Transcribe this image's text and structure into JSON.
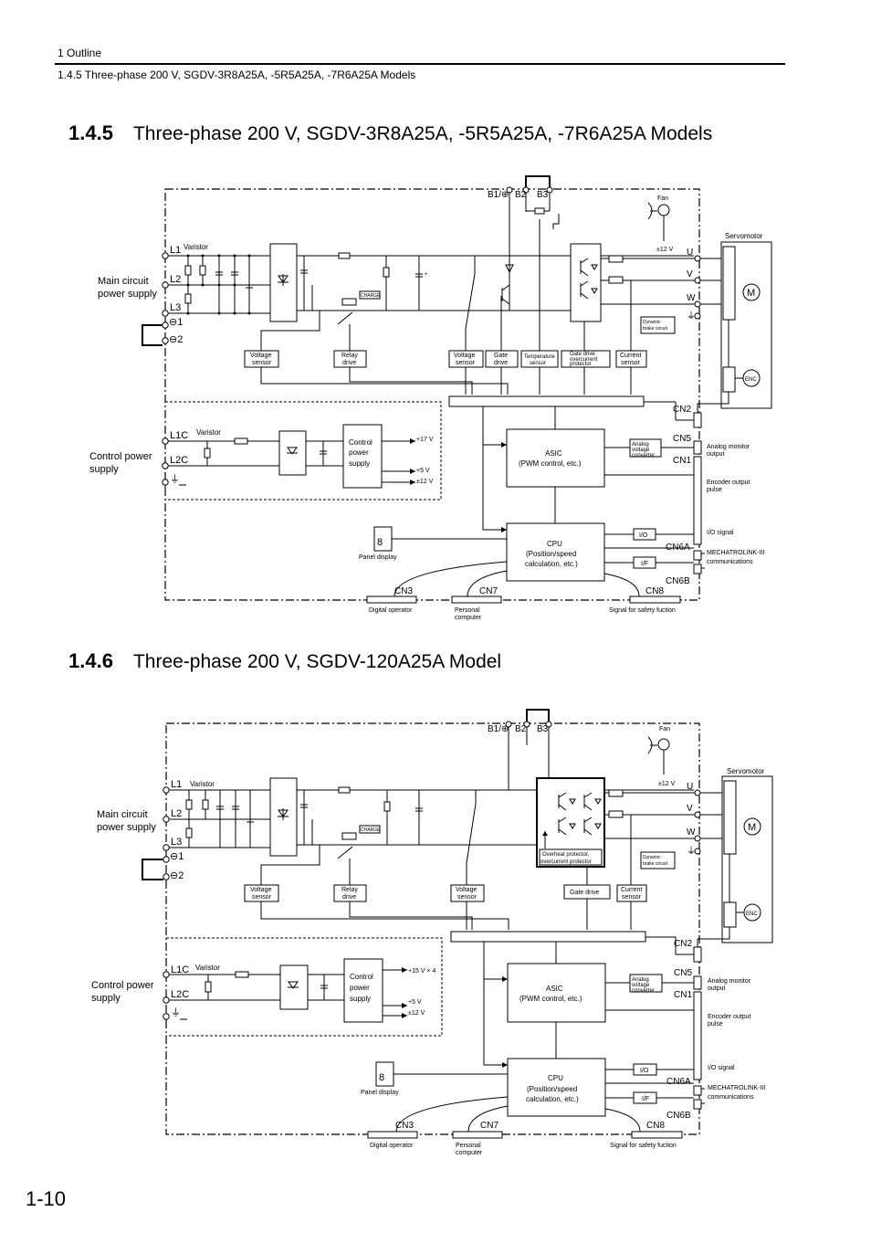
{
  "header": {
    "breadcrumb_chapter": "1  Outline",
    "breadcrumb_section": "1.4.5  Three-phase 200 V, SGDV-3R8A25A, -5R5A25A, -7R6A25A Models"
  },
  "sections": [
    {
      "number": "1.4.5",
      "title": "Three-phase 200 V, SGDV-3R8A25A, -5R5A25A, -7R6A25A Models",
      "diagram": {
        "terminals_main": [
          "L1",
          "L2",
          "L3",
          "⊖1",
          "⊖2"
        ],
        "terminals_ctrl": [
          "L1C",
          "L2C"
        ],
        "terminals_regen": [
          "B1/⊕",
          "B2",
          "B3"
        ],
        "outputs": [
          "U",
          "V",
          "W"
        ],
        "labels": {
          "varistor": "Varistor",
          "main_supply_1": "Main circuit",
          "main_supply_2": "power supply",
          "ctrl_supply_1": "Control power",
          "ctrl_supply_2": "supply",
          "charge": "CHARGE",
          "fan": "Fan",
          "servomotor": "Servomotor",
          "twelve_v": "±12 V",
          "dynamic_brake_1": "Dynamic",
          "dynamic_brake_2": "brake circuit",
          "motor": "M",
          "enc": "ENC",
          "voltage_sensor_1": "Voltage",
          "voltage_sensor_2": "sensor",
          "relay_drive_1": "Relay",
          "relay_drive_2": "drive",
          "gate_drive_1": "Gate",
          "gate_drive_2": "drive",
          "temp_sensor_1": "Temperature",
          "temp_sensor_2": "sensor",
          "gd_oc_1": "Gate drive",
          "gd_oc_2": "overcurrent",
          "gd_oc_3": "protector",
          "current_sensor_1": "Current",
          "current_sensor_2": "sensor",
          "control_ps_1": "Control",
          "control_ps_2": "power",
          "control_ps_3": "supply",
          "v17": "+17 V",
          "v5": "+5 V",
          "v12": "±12 V",
          "asic_1": "ASIC",
          "asic_2": "(PWM control, etc.)",
          "analog_conv_1": "Analog",
          "analog_conv_2": "voltage",
          "analog_conv_3": "converter",
          "cpu_1": "CPU",
          "cpu_2": "(Position/speed",
          "cpu_3": "calculation, etc.)",
          "io": "I/O",
          "if": "I/F",
          "cn2": "CN2",
          "cn5": "CN5",
          "cn1": "CN1",
          "cn6a": "CN6A",
          "cn6b": "CN6B",
          "cn3": "CN3",
          "cn7": "CN7",
          "cn8": "CN8",
          "analog_mon_1": "Analog monitor",
          "analog_mon_2": "output",
          "enc_out_1": "Encoder output",
          "enc_out_2": "pulse",
          "io_signal": "I/O signal",
          "mlink_1": "MECHATROLINK-III",
          "mlink_2": "communications",
          "panel_display": "Panel display",
          "digital_operator": "Digital operator",
          "pc_1": "Personal",
          "pc_2": "computer",
          "safety": "Signal for safety fuction"
        }
      }
    },
    {
      "number": "1.4.6",
      "title": "Three-phase 200 V, SGDV-120A25A Model",
      "diagram": {
        "terminals_main": [
          "L1",
          "L2",
          "L3",
          "⊖1",
          "⊖2"
        ],
        "terminals_ctrl": [
          "L1C",
          "L2C"
        ],
        "terminals_regen": [
          "B1/⊕",
          "B2",
          "B3"
        ],
        "outputs": [
          "U",
          "V",
          "W"
        ],
        "labels": {
          "varistor": "Varistor",
          "main_supply_1": "Main circuit",
          "main_supply_2": "power supply",
          "ctrl_supply_1": "Control power",
          "ctrl_supply_2": "supply",
          "charge": "CHARGE",
          "fan": "Fan",
          "servomotor": "Servomotor",
          "twelve_v": "±12 V",
          "dynamic_brake_1": "Dynamic",
          "dynamic_brake_2": "brake circuit",
          "motor": "M",
          "enc": "ENC",
          "voltage_sensor_1": "Voltage",
          "voltage_sensor_2": "sensor",
          "relay_drive_1": "Relay",
          "relay_drive_2": "drive",
          "overheat_1": "Overheat protector,",
          "overheat_2": "overcurrent protector",
          "gate_drive": "Gate drive",
          "current_sensor_1": "Current",
          "current_sensor_2": "sensor",
          "control_ps_1": "Control",
          "control_ps_2": "power",
          "control_ps_3": "supply",
          "v15": "+15 V × 4",
          "v5": "+5 V",
          "v12": "±12 V",
          "asic_1": "ASIC",
          "asic_2": "(PWM control, etc.)",
          "analog_conv_1": "Analog",
          "analog_conv_2": "voltage",
          "analog_conv_3": "converter",
          "cpu_1": "CPU",
          "cpu_2": "(Position/speed",
          "cpu_3": "calculation, etc.)",
          "io": "I/O",
          "if": "I/F",
          "cn2": "CN2",
          "cn5": "CN5",
          "cn1": "CN1",
          "cn6a": "CN6A",
          "cn6b": "CN6B",
          "cn3": "CN3",
          "cn7": "CN7",
          "cn8": "CN8",
          "analog_mon_1": "Analog monitor",
          "analog_mon_2": "output",
          "enc_out_1": "Encoder output",
          "enc_out_2": "pulse",
          "io_signal": "I/O signal",
          "mlink_1": "MECHATROLINK-III",
          "mlink_2": "communications",
          "panel_display": "Panel display",
          "digital_operator": "Digital operator",
          "pc_1": "Personal",
          "pc_2": "computer",
          "safety": "Signal for safety fuction"
        }
      }
    }
  ],
  "page_number": "1-10"
}
